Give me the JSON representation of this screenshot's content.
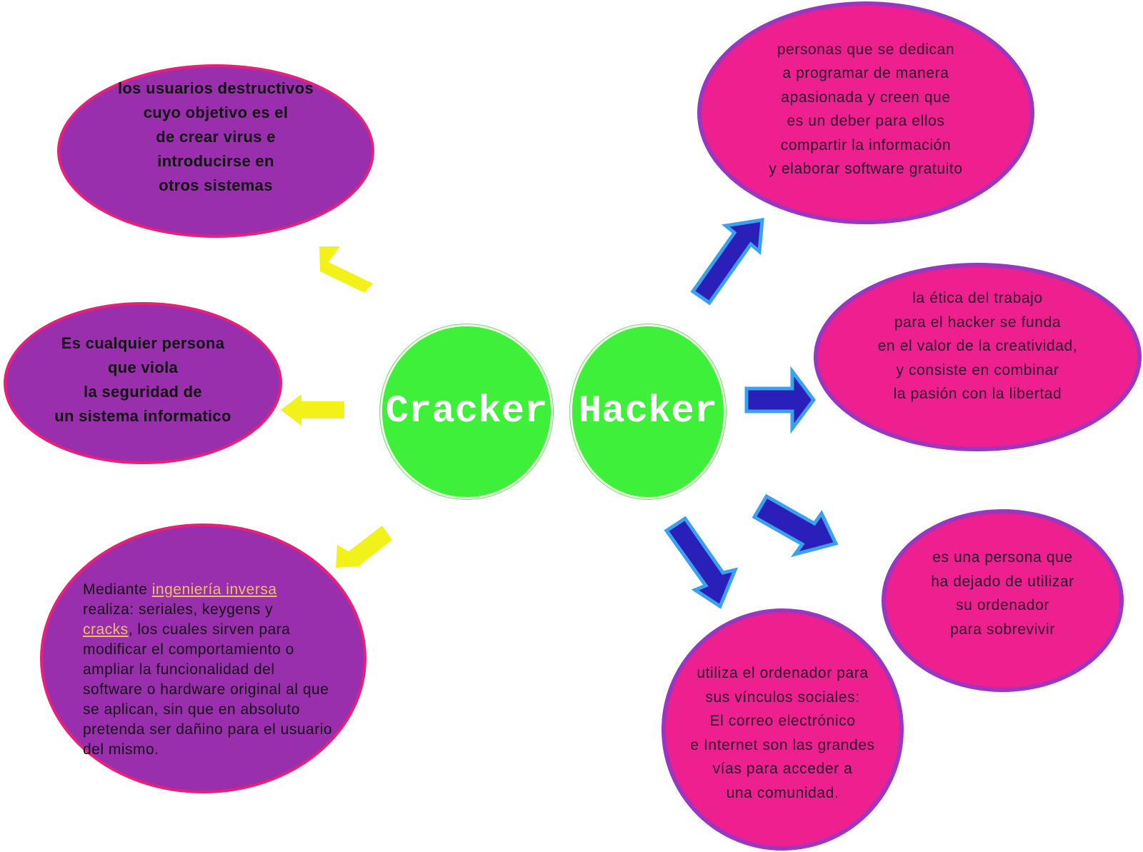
{
  "center": {
    "cracker": "Cracker",
    "hacker": "Hacker"
  },
  "cracker_bubbles": [
    "los usuarios destructivos\ncuyo objetivo es el\nde crear virus e\nintroducirse en\notros sistemas",
    "Es cualquier persona\nque viola\nla seguridad de\nun sistema informatico"
  ],
  "cracker_method": {
    "prefix": "Mediante ",
    "link1": "ingeniería inversa",
    "middle": "realiza: seriales, keygens y",
    "link2": "cracks",
    "suffix": ", los cuales sirven para modificar el comportamiento o ampliar la funcionalidad del software o hardware original al que se aplican, sin que en absoluto pretenda ser dañino para el usuario del mismo."
  },
  "hacker_bubbles": [
    "personas que se dedican\na programar de manera\napasionada y creen que\nes un deber para ellos\ncompartir la información\ny elaborar software gratuito",
    "la ética del trabajo\npara el hacker se funda\nen el valor de la creatividad,\ny consiste en combinar\nla pasión con la libertad",
    "es una persona que\nha dejado de utilizar\nsu ordenador\npara sobrevivir",
    "utiliza el ordenador para\nsus vínculos sociales:\nEl correo electrónico\ne Internet son las grandes\nvías para acceder a\nuna comunidad."
  ],
  "colors": {
    "cracker_bubble": "#9a2fae",
    "hacker_bubble": "#ee1f8e",
    "center": "#3ef03a",
    "cracker_arrow": "#f2f21a",
    "hacker_arrow": "#2a1fb8",
    "hacker_arrow_outline": "#3aa0f0"
  }
}
